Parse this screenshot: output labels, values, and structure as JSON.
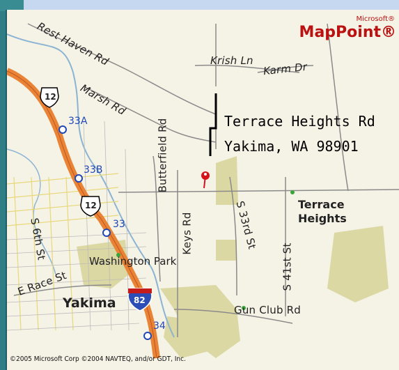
{
  "map": {
    "brand_small": "Microsoft®",
    "brand_big": "MapPoint®",
    "address_line1": "Terrace Heights Rd",
    "address_line2": "Yakima, WA 98901",
    "copyright": "©2005 Microsoft Corp ©2004 NAVTEQ, and/or GDT, Inc.",
    "places": {
      "terrace_heights_1": "Terrace",
      "terrace_heights_2": "Heights",
      "washington_park": "Washington Park",
      "yakima": "Yakima"
    },
    "roads": {
      "rest_haven": "Rest Haven Rd",
      "marsh": "Marsh Rd",
      "krish": "Krish Ln",
      "karm": "Karm Dr",
      "butterfield": "Butterfield Rd",
      "keys": "Keys Rd",
      "s33rd": "S 33rd St",
      "s41st": "S 41st St",
      "s6th": "S 6th St",
      "e_race": "E Race St",
      "gun_club": "Gun Club Rd"
    },
    "highway_shields": {
      "route12_a": "12",
      "route12_b": "12",
      "i82": "82"
    },
    "exits": {
      "e33a": "33A",
      "e33b": "33B",
      "e33": "33",
      "e34": "34"
    },
    "colors": {
      "highway": "#e98335",
      "water": "#8bb4d3",
      "park": "#dcd8a3",
      "pin": "#d8121b",
      "background": "#f5f2e6"
    }
  }
}
